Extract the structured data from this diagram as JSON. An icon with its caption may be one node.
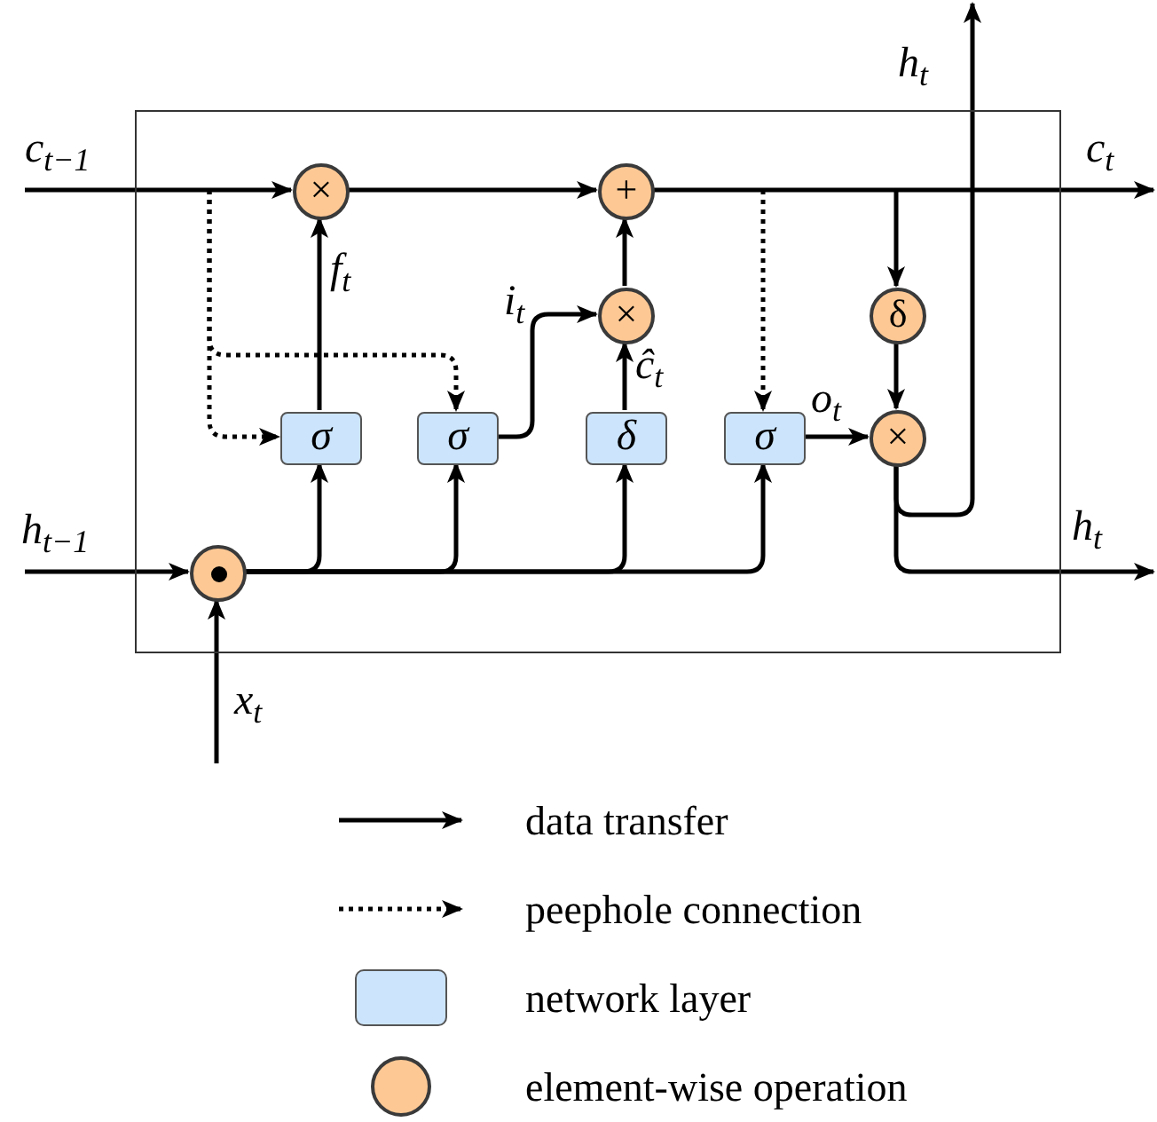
{
  "diagram": {
    "nodes": [
      {
        "text": [],
        "shape": "box"
      },
      {
        "text": [
          "×"
        ],
        "in": 0
      },
      {
        "text": [
          "+"
        ],
        "in": 0
      },
      {
        "text": [
          "×"
        ],
        "in": 0
      },
      {
        "text": [
          "δ"
        ],
        "in": 0
      },
      {
        "text": [
          "×"
        ],
        "in": 0
      },
      {
        "text": [],
        "shape": "circle",
        "in": 0
      },
      {
        "text": [
          "σ"
        ],
        "in": 0
      },
      {
        "text": [
          "σ"
        ],
        "in": 0
      },
      {
        "text": [
          "δ"
        ],
        "in": 0
      },
      {
        "text": [
          "σ"
        ],
        "in": 0
      }
    ],
    "edges": [
      {
        "from": null,
        "to": 1,
        "arrow": "to",
        "label": "c$_{t−1}$"
      },
      {
        "from": 1,
        "to": 2,
        "arrow": "to"
      },
      {
        "from": 2,
        "to": null,
        "arrow": "to",
        "label": "c$_{t}$"
      },
      {
        "from": null,
        "to": 6,
        "arrow": "to",
        "label": "h$_{t−1}$"
      },
      {
        "from": null,
        "to": 6,
        "arrow": "to",
        "label": "x$_{t}$"
      },
      {
        "from": 6,
        "to": 7,
        "arrow": "to"
      },
      {
        "from": 6,
        "to": 8,
        "arrow": "to"
      },
      {
        "from": 6,
        "to": 9,
        "arrow": "to"
      },
      {
        "from": 6,
        "to": 10,
        "arrow": "to"
      },
      {
        "from": 7,
        "to": 1,
        "arrow": "to",
        "label": "f$_{t}$"
      },
      {
        "from": 8,
        "to": 3,
        "arrow": "to",
        "label": "i$_{t}$"
      },
      {
        "from": 9,
        "to": 3,
        "arrow": "to",
        "label": "ĉ$_{t}$"
      },
      {
        "from": 3,
        "to": 2,
        "arrow": "to"
      },
      {
        "from": 10,
        "to": 5,
        "arrow": "to",
        "label": "o$_{t}$"
      },
      {
        "from": null,
        "to": 4,
        "arrow": "to"
      },
      {
        "from": 4,
        "to": 5,
        "arrow": "to"
      },
      {
        "from": 5,
        "to": null,
        "arrow": "to",
        "label": "h$_{t}$"
      },
      {
        "from": 5,
        "to": null,
        "arrow": "to",
        "label": "h$_{t}$"
      },
      {
        "from": null,
        "to": 7,
        "arrow": "to",
        "style": "dashed"
      },
      {
        "from": null,
        "to": 8,
        "arrow": "to",
        "style": "dashed"
      },
      {
        "from": null,
        "to": 10,
        "arrow": "to",
        "style": "dashed"
      }
    ],
    "legend": [
      {
        "text": "data transfer"
      },
      {
        "text": "peephole connection"
      },
      {
        "text": "network layer",
        "color": "#cce5fc"
      },
      {
        "text": "element-wise operation",
        "color": "#fdc894"
      }
    ]
  }
}
